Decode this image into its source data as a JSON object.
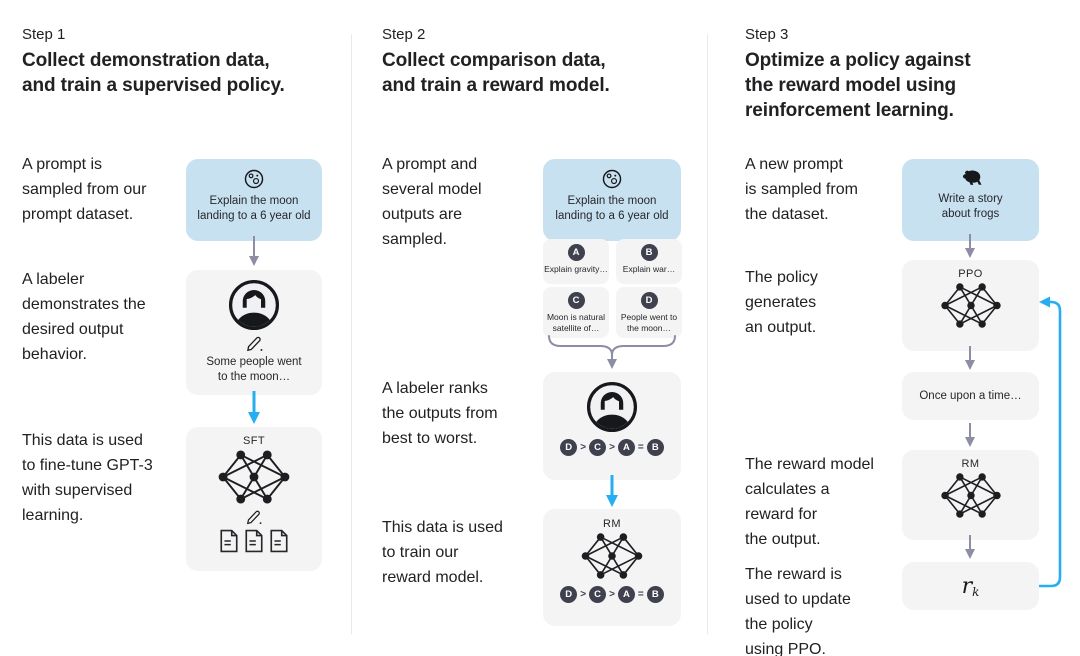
{
  "colors": {
    "prompt_box_bg": "#c8e1f0",
    "panel_bg": "#f4f4f4",
    "badge_bg": "#40414f",
    "arrow_gray": "#8d8da3",
    "arrow_blue": "#25aff2",
    "text": "#202123"
  },
  "step1": {
    "label": "Step 1",
    "title": "Collect demonstration data,\nand train a supervised policy.",
    "captions": [
      "A prompt is\nsampled from our\nprompt dataset.",
      "A labeler\ndemonstrates the\ndesired output\nbehavior.",
      "This data is used\nto fine-tune GPT-3\nwith supervised\nlearning."
    ],
    "prompt_box": {
      "icon": "moon-icon",
      "text": "Explain the moon\nlanding to a 6 year old"
    },
    "labeler_box": {
      "icon": "labeler-avatar-icon",
      "text": "Some people went\nto the moon…"
    },
    "model_box": {
      "label": "SFT",
      "icons": [
        "neural-network-icon",
        "pencil-icon",
        "documents-icon"
      ]
    }
  },
  "step2": {
    "label": "Step 2",
    "title": "Collect comparison data,\nand train a reward model.",
    "captions": [
      "A prompt and\nseveral model\noutputs are\nsampled.",
      "A labeler ranks\nthe outputs from\nbest to worst.",
      "This data is used\nto train our\nreward model."
    ],
    "prompt_box": {
      "icon": "moon-icon",
      "text": "Explain the moon\nlanding to a 6 year old"
    },
    "outputs": [
      {
        "id": "A",
        "text": "Explain gravity…"
      },
      {
        "id": "B",
        "text": "Explain war…"
      },
      {
        "id": "C",
        "text": "Moon is natural\nsatellite of…"
      },
      {
        "id": "D",
        "text": "People went to\nthe moon…"
      }
    ],
    "ranking": [
      "D",
      ">",
      "C",
      ">",
      "A",
      "=",
      "B"
    ],
    "model_box": {
      "label": "RM"
    }
  },
  "step3": {
    "label": "Step 3",
    "title": "Optimize a policy against\nthe reward model using\nreinforcement learning.",
    "captions": [
      "A new prompt\nis sampled from\nthe dataset.",
      "The policy\ngenerates\nan output.",
      "The reward model\ncalculates a\nreward for\nthe output.",
      "The reward is\nused to update\nthe policy\nusing PPO."
    ],
    "prompt_box": {
      "icon": "frog-icon",
      "text": "Write a story\nabout frogs"
    },
    "policy_box": {
      "label": "PPO"
    },
    "output_box": {
      "text": "Once upon a time…"
    },
    "reward_model_box": {
      "label": "RM"
    },
    "reward_box": {
      "symbol": "r",
      "subscript": "k"
    }
  }
}
